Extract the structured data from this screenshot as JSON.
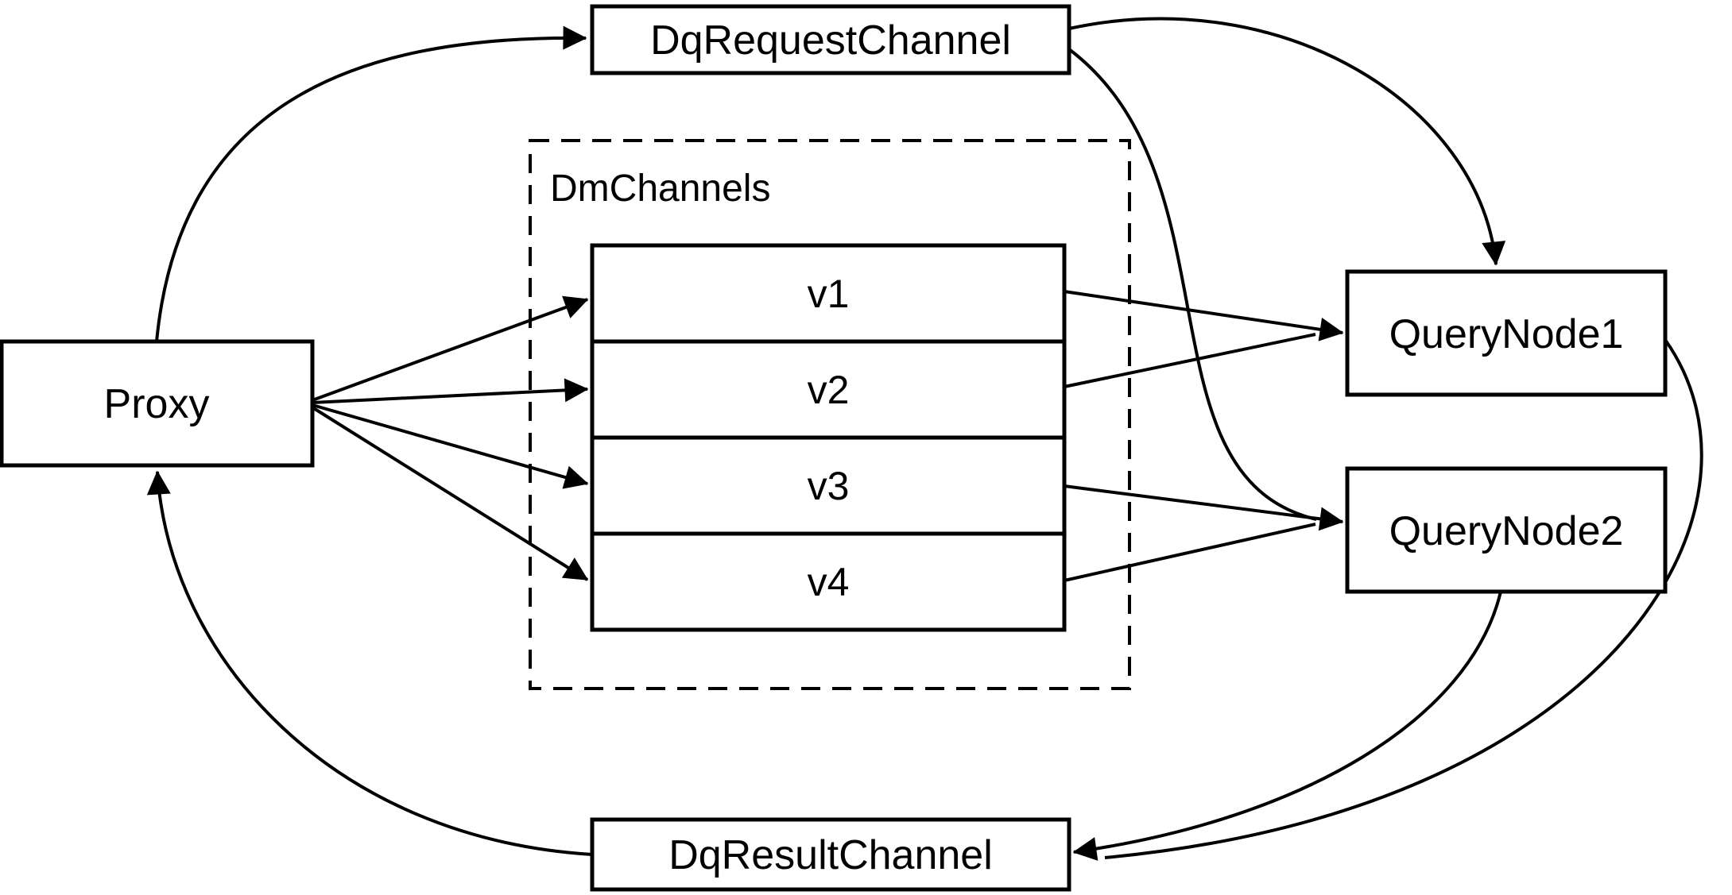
{
  "diagram": {
    "background": "#ffffff",
    "stroke_color": "#000000",
    "nodes": {
      "proxy": {
        "label": "Proxy"
      },
      "dq_request_channel": {
        "label": "DqRequestChannel"
      },
      "dm_channels": {
        "label": "DmChannels"
      },
      "query_node_1": {
        "label": "QueryNode1"
      },
      "query_node_2": {
        "label": "QueryNode2"
      },
      "dq_result_channel": {
        "label": "DqResultChannel"
      }
    },
    "channels": [
      {
        "label": "v1"
      },
      {
        "label": "v2"
      },
      {
        "label": "v3"
      },
      {
        "label": "v4"
      }
    ],
    "edges": [
      {
        "from": "Proxy",
        "to": "DqRequestChannel"
      },
      {
        "from": "DqRequestChannel",
        "to": "QueryNode1"
      },
      {
        "from": "DqRequestChannel",
        "to": "QueryNode2"
      },
      {
        "from": "Proxy",
        "to": "v1"
      },
      {
        "from": "Proxy",
        "to": "v2"
      },
      {
        "from": "Proxy",
        "to": "v3"
      },
      {
        "from": "Proxy",
        "to": "v4"
      },
      {
        "from": "v1",
        "to": "QueryNode1"
      },
      {
        "from": "v2",
        "to": "QueryNode1"
      },
      {
        "from": "v3",
        "to": "QueryNode2"
      },
      {
        "from": "v4",
        "to": "QueryNode2"
      },
      {
        "from": "QueryNode1",
        "to": "DqResultChannel"
      },
      {
        "from": "QueryNode2",
        "to": "DqResultChannel"
      },
      {
        "from": "DqResultChannel",
        "to": "Proxy"
      }
    ]
  }
}
